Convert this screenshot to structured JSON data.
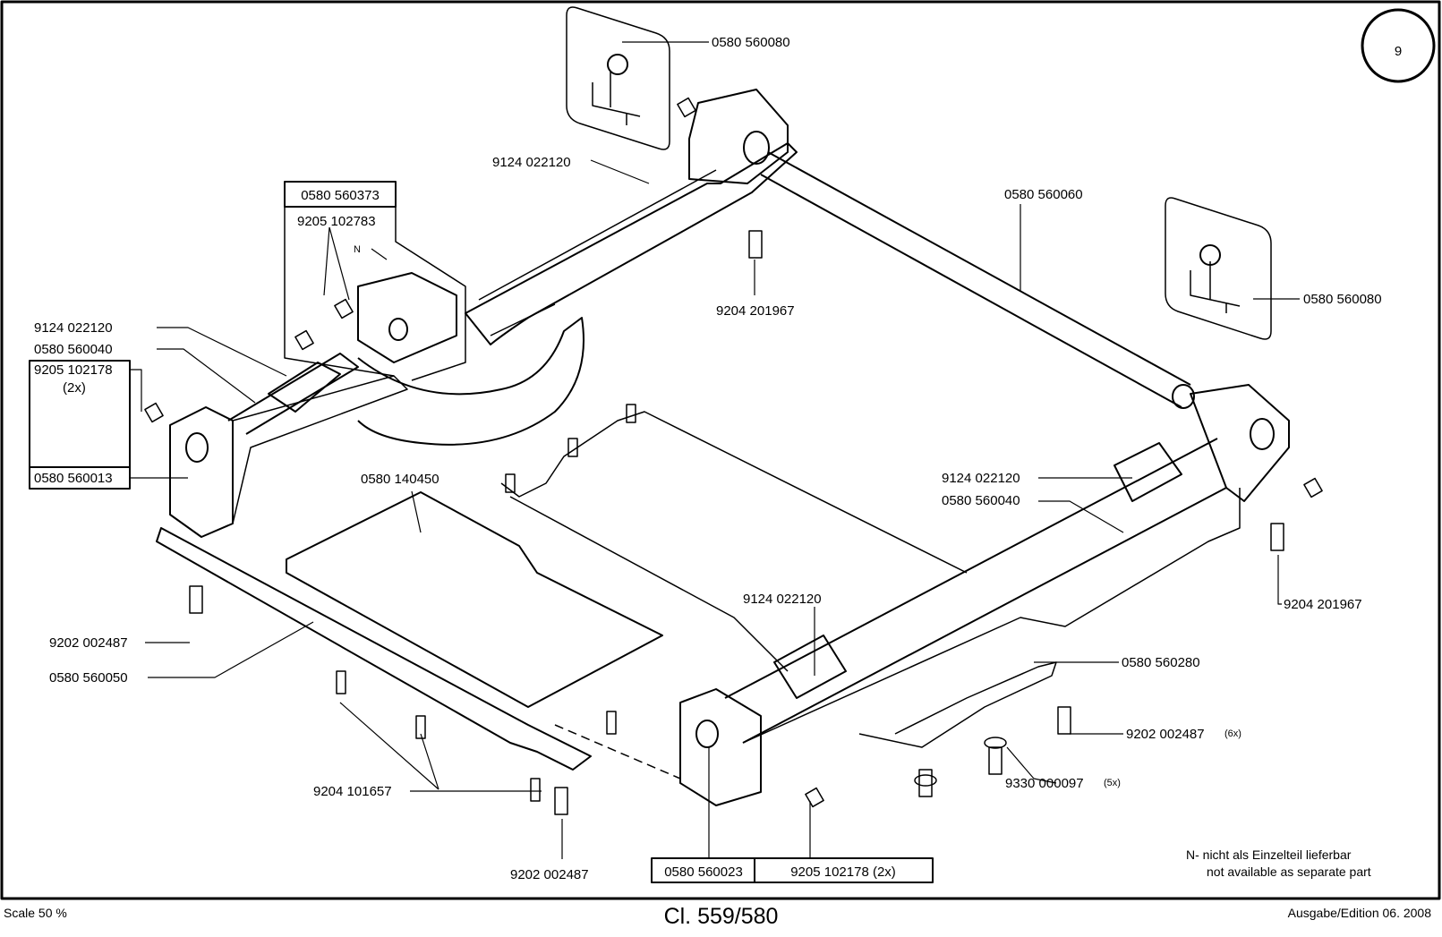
{
  "page_number": "9",
  "parts": {
    "p_560080_top": "0580 560080",
    "p_022120_a": "9124 022120",
    "p_560373": "0580 560373",
    "p_102783": "9205 102783",
    "n_marker": "N",
    "p_560060": "0580 560060",
    "p_201967_top": "9204 201967",
    "p_560080_right": "0580 560080",
    "p_022120_b": "9124 022120",
    "p_560040_left": "0580 560040",
    "p_102178": "9205 102178",
    "p_102178_qty": "(2x)",
    "p_560013": "0580 560013",
    "p_140450": "0580 140450",
    "p_022120_c": "9124 022120",
    "p_560040_right": "0580 560040",
    "p_201967_right": "9204 201967",
    "p_022120_d": "9124 022120",
    "p_002487_left": "9202 002487",
    "p_560050": "0580 560050",
    "p_560280": "0580 560280",
    "p_002487_right": "9202 002487",
    "p_002487_right_qty": "(6x)",
    "p_000097": "9330 000097",
    "p_000097_qty": "(5x)",
    "p_101657": "9204 101657",
    "p_002487_bottom": "9202 002487",
    "p_560023": "0580 560023",
    "p_102178_bottom": "9205 102178 (2x)"
  },
  "note": {
    "line1": "N- nicht als Einzelteil lieferbar",
    "line2": "not available as separate part"
  },
  "footer": {
    "scale": "Scale 50 %",
    "title": "Cl. 559/580",
    "edition": "Ausgabe/Edition 06. 2008"
  }
}
